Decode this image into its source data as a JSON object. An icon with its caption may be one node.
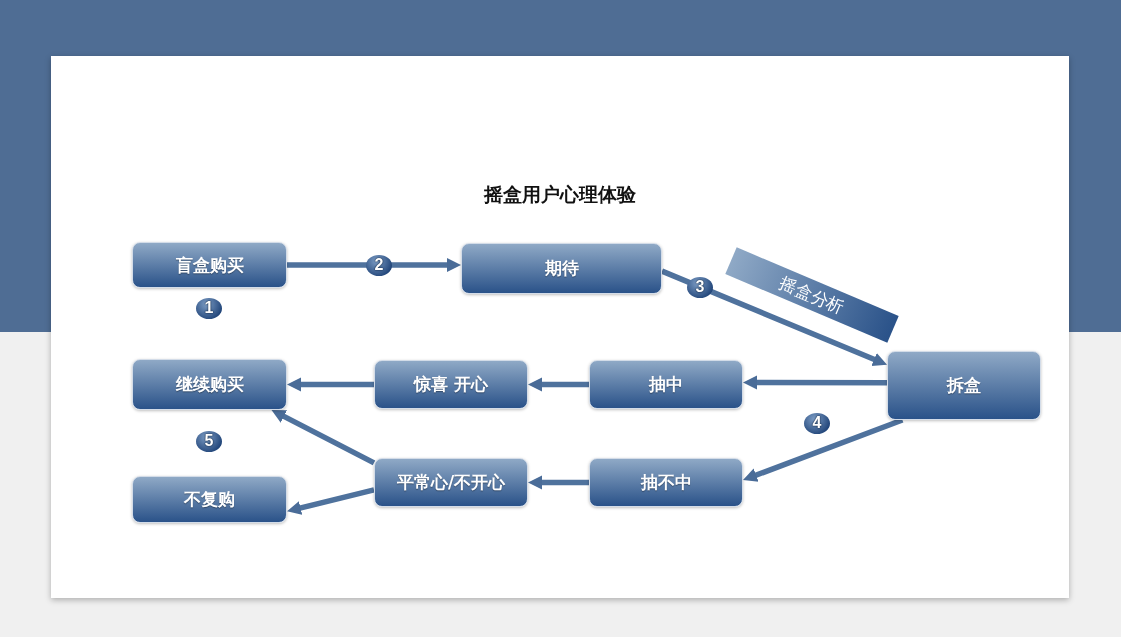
{
  "diagram": {
    "title": "摇盒用户心理体验",
    "nodes": [
      {
        "text": [
          "盲盒购买"
        ]
      },
      {
        "text": [
          "期待"
        ]
      },
      {
        "text": [
          "继续购买"
        ]
      },
      {
        "text": [
          "惊喜 开心"
        ]
      },
      {
        "text": [
          "抽中"
        ]
      },
      {
        "text": [
          "拆盒"
        ]
      },
      {
        "text": [
          "平常心/不开心"
        ]
      },
      {
        "text": [
          "抽不中"
        ]
      },
      {
        "text": [
          "不复购"
        ]
      }
    ],
    "edges": [
      {
        "from": 0,
        "to": 1,
        "arrow": "to"
      },
      {
        "from": 1,
        "to": 5,
        "arrow": "to",
        "label": "摇盒分析"
      },
      {
        "from": 5,
        "to": 4,
        "arrow": "to"
      },
      {
        "from": 5,
        "to": 7,
        "arrow": "to"
      },
      {
        "from": 4,
        "to": 3,
        "arrow": "to"
      },
      {
        "from": 7,
        "to": 6,
        "arrow": "to"
      },
      {
        "from": 3,
        "to": 2,
        "arrow": "to"
      },
      {
        "from": 6,
        "to": 2,
        "arrow": "to"
      },
      {
        "from": 6,
        "to": 8,
        "arrow": "to"
      }
    ],
    "labels": [
      "2",
      "1",
      "3",
      "4",
      "5"
    ]
  }
}
